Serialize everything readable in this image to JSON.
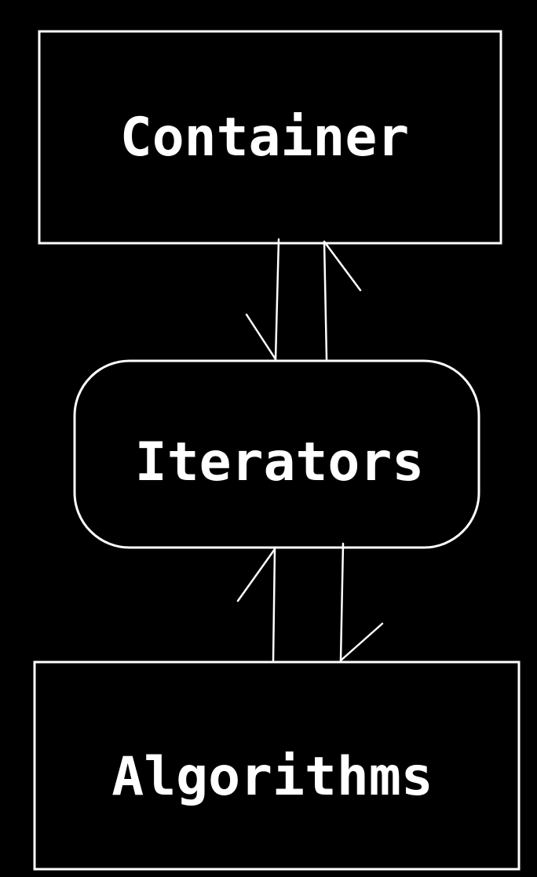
{
  "diagram": {
    "nodes": {
      "container": {
        "label": "Container"
      },
      "iterators": {
        "label": "Iterators"
      },
      "algorithms": {
        "label": "Algorithms"
      }
    },
    "edges": [
      {
        "from": "container",
        "to": "iterators"
      },
      {
        "from": "iterators",
        "to": "container"
      },
      {
        "from": "algorithms",
        "to": "iterators"
      },
      {
        "from": "iterators",
        "to": "algorithms"
      }
    ],
    "colors": {
      "background": "#000000",
      "stroke": "#ffffff",
      "text": "#ffffff"
    }
  }
}
